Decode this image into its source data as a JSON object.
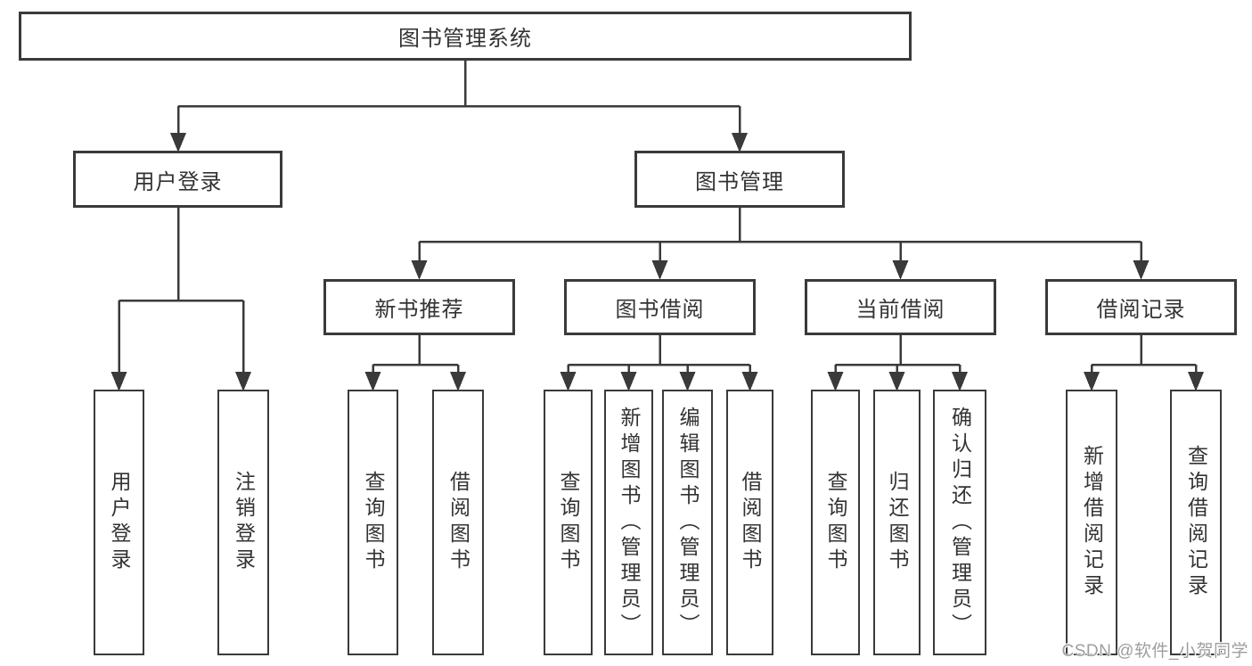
{
  "tree": {
    "root": {
      "label": "图书管理系统"
    },
    "children": [
      {
        "label": "用户登录",
        "children": [
          {
            "label": "用户登录"
          },
          {
            "label": "注销登录"
          }
        ]
      },
      {
        "label": "图书管理",
        "children": [
          {
            "label": "新书推荐",
            "children": [
              {
                "label": "查询图书"
              },
              {
                "label": "借阅图书"
              }
            ]
          },
          {
            "label": "图书借阅",
            "children": [
              {
                "label": "查询图书"
              },
              {
                "label": "新增图书（管理员）"
              },
              {
                "label": "编辑图书（管理员）"
              },
              {
                "label": "借阅图书"
              }
            ]
          },
          {
            "label": "当前借阅",
            "children": [
              {
                "label": "查询图书"
              },
              {
                "label": "归还图书"
              },
              {
                "label": "确认归还（管理员）"
              }
            ]
          },
          {
            "label": "借阅记录",
            "children": [
              {
                "label": "新增借阅记录"
              },
              {
                "label": "查询借阅记录"
              }
            ]
          }
        ]
      }
    ]
  },
  "watermark": {
    "text": "CSDN @软件_小贺同学",
    "color": "#9e9e9e"
  },
  "colors": {
    "line": "#3a3a3a",
    "box_border": "#3a3a3a",
    "box_background": "#ffffff",
    "text": "#333333",
    "page_background": "#ffffff"
  }
}
